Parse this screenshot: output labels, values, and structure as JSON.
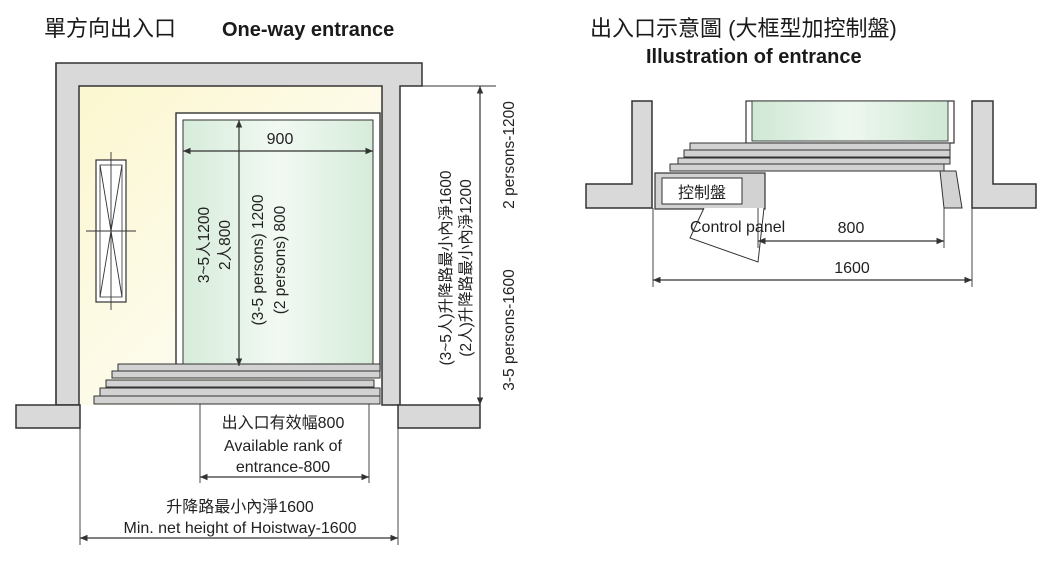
{
  "left": {
    "title_cn": "單方向出入口",
    "title_en": "One-way entrance",
    "dim_car_width": "900",
    "dim_car_depth_cn_1": "3~5人1200",
    "dim_car_depth_cn_2": "2人800",
    "dim_car_depth_en_1": "(3-5 persons)  1200",
    "dim_car_depth_en_2": "(2 persons) 800",
    "dim_hoistway_cn_1": "(3~5人)升降路最小內淨1600",
    "dim_hoistway_cn_2": "(2人)升降路最小內淨1200",
    "dim_hoistway_en_1": "2 persons-1200",
    "dim_hoistway_en_2": "3-5 persons-1600",
    "entrance_cn": "出入口有效幅800",
    "entrance_en_1": "Available rank of",
    "entrance_en_2": "entrance-800",
    "hoistway_cn": "升降路最小內淨1600",
    "hoistway_en": "Min. net height of Hoistway-1600"
  },
  "right": {
    "title_cn": "出入口示意圖 (大框型加控制盤)",
    "title_en": "Illustration of entrance",
    "panel_cn": "控制盤",
    "panel_en": "Control panel",
    "dim_entrance": "800",
    "dim_total": "1600"
  },
  "colors": {
    "wall": "#d9d9d9",
    "hoistway_fill": "#fdfbe6",
    "car_fill": "#e5f3e8",
    "line": "#333333"
  }
}
